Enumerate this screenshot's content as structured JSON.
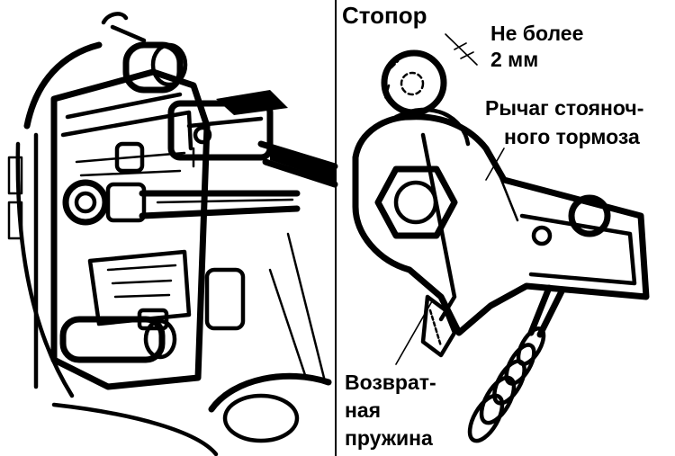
{
  "labels": {
    "stopper": "Стопор",
    "gap_line1": "Не более",
    "gap_line2": "2 мм",
    "lever_line1": "Рычаг стояноч-",
    "lever_line2": "ного тормоза",
    "spring_line1": "Возврат-",
    "spring_line2": "ная",
    "spring_line3": "пружина"
  }
}
